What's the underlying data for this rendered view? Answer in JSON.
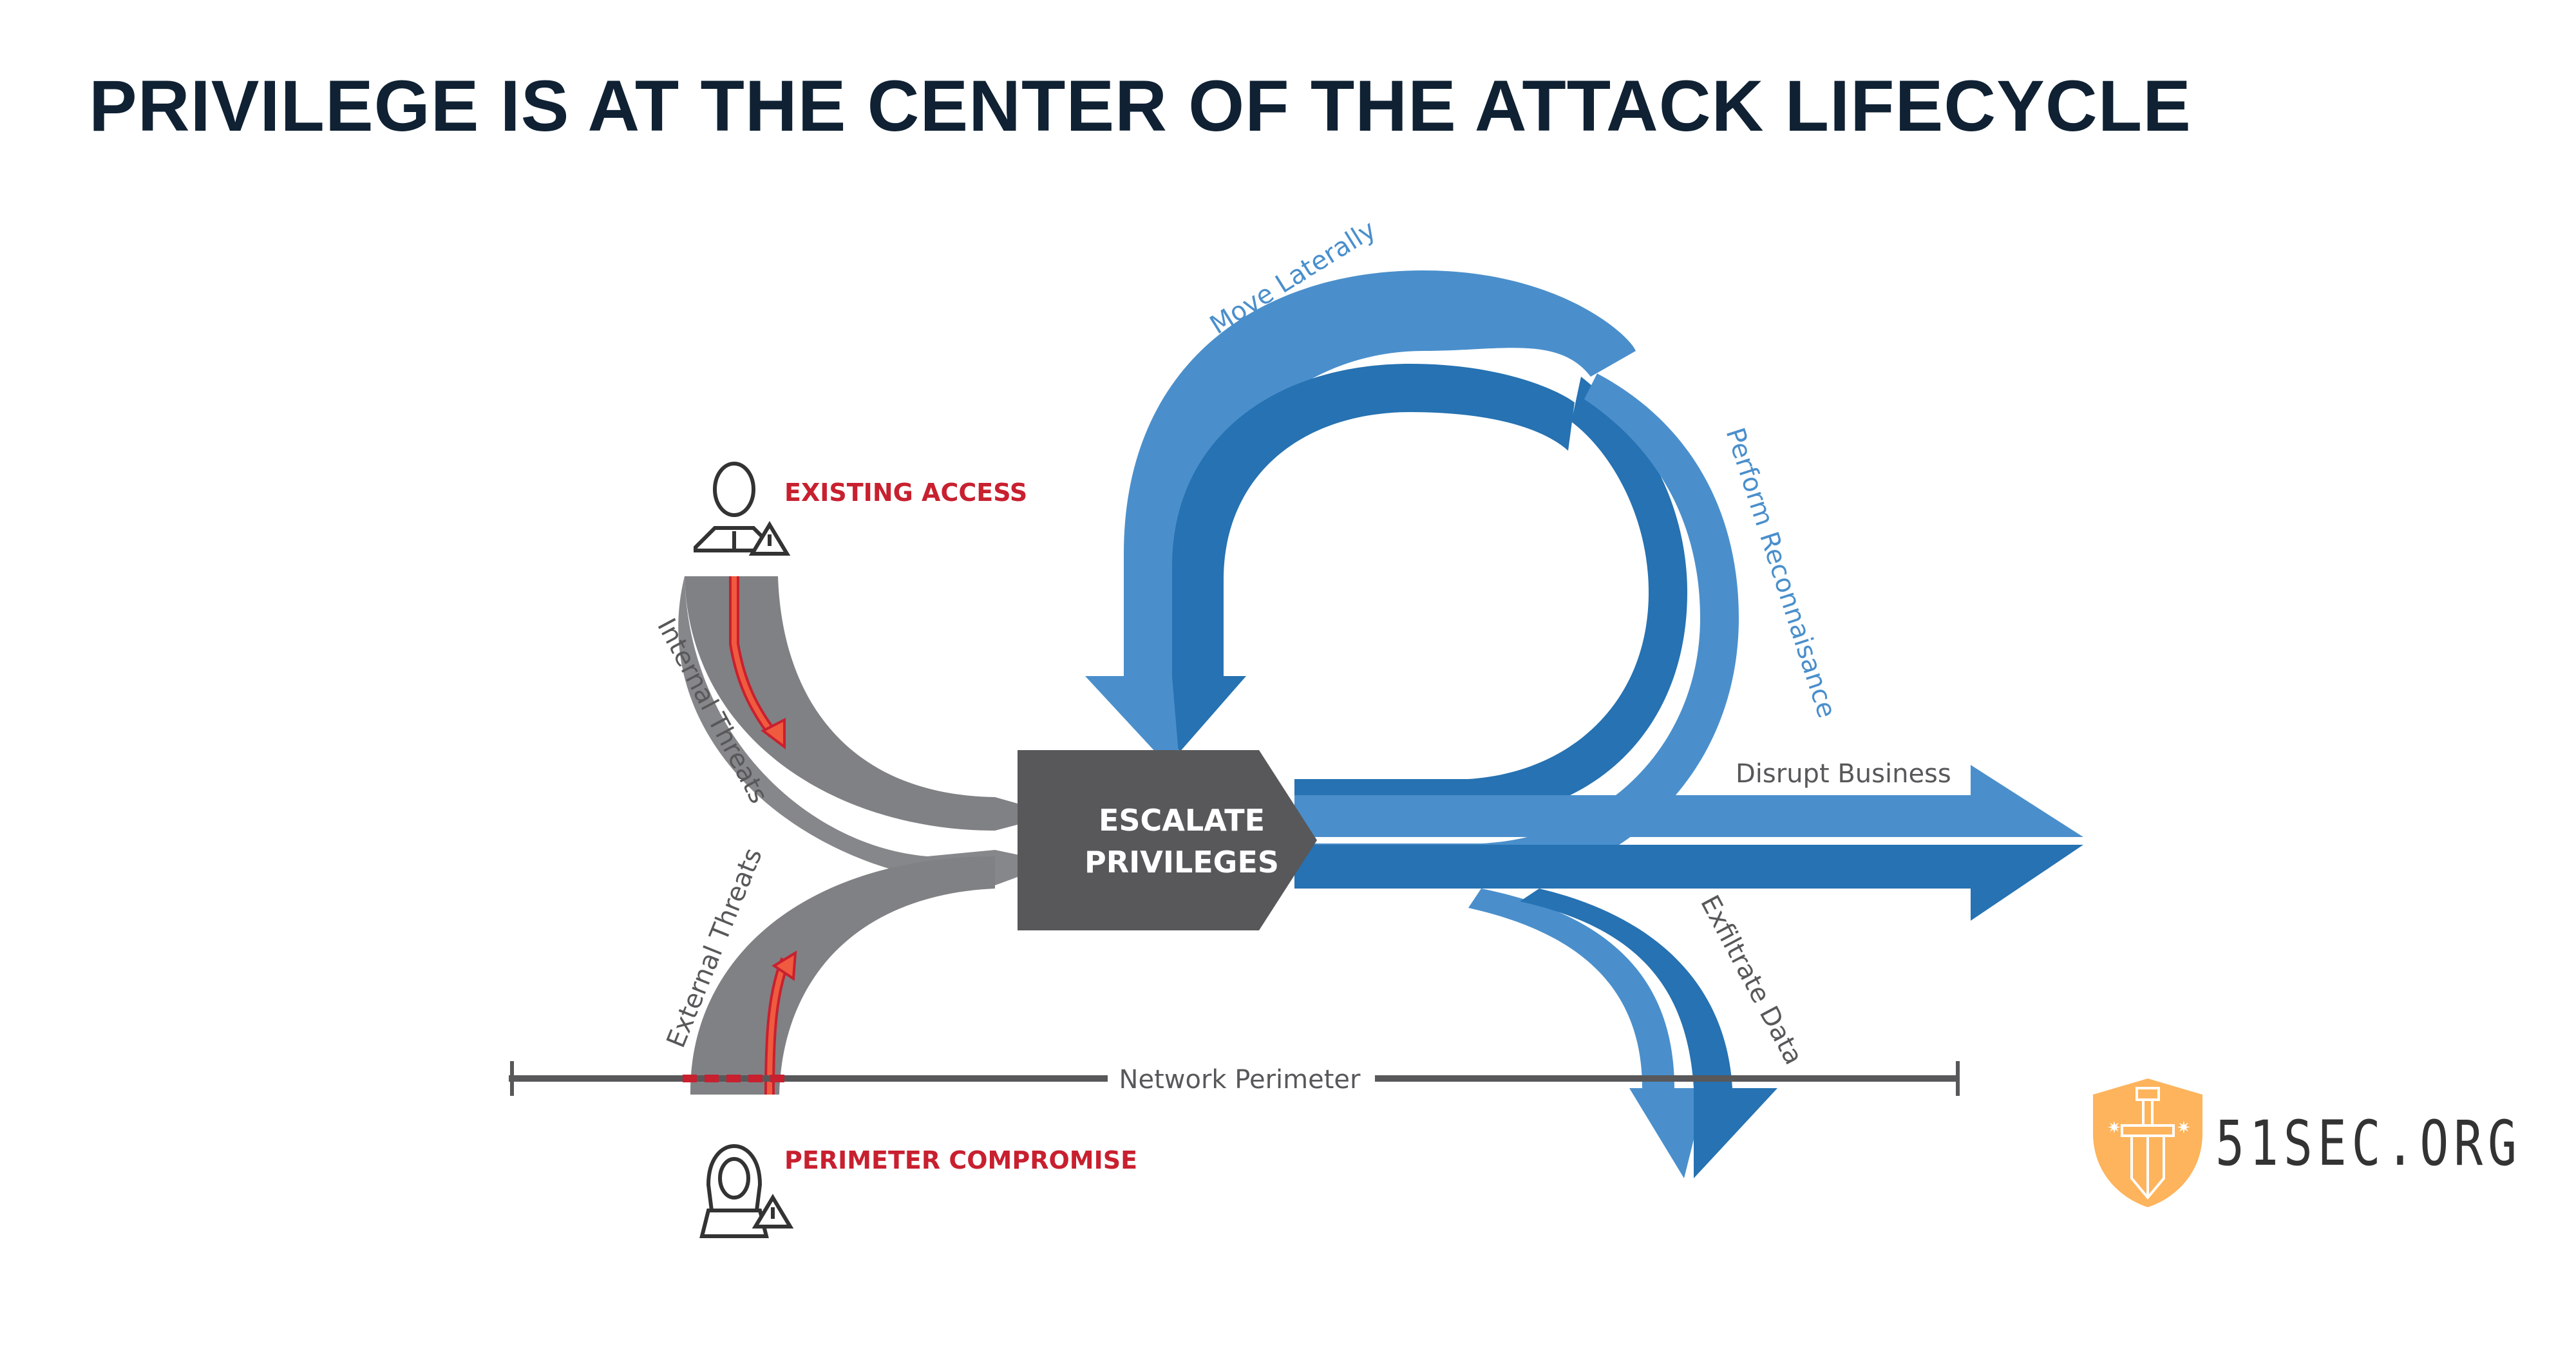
{
  "title": "PRIVILEGE IS AT THE CENTER OF THE ATTACK LIFECYCLE",
  "center_node": {
    "line1": "ESCALATE",
    "line2": "PRIVILEGES"
  },
  "sources": [
    {
      "label": "EXISTING ACCESS",
      "icon": "businessman-warning-icon"
    },
    {
      "label": "PERIMETER COMPROMISE",
      "icon": "hooded-hacker-warning-icon"
    }
  ],
  "paths": {
    "internal": "Internal Threats",
    "external": "External Threats"
  },
  "loop": {
    "move_laterally": "Move Laterally",
    "perform_recon": "Perform Reconnaisance"
  },
  "outcomes": {
    "disrupt": "Disrupt Business",
    "exfiltrate": "Exfiltrate Data"
  },
  "perimeter": {
    "label": "Network Perimeter"
  },
  "logo": {
    "text": "51SEC.ORG",
    "icon": "shield-sword-icon"
  },
  "colors": {
    "title": "#0f2133",
    "light_blue": "#4a8fcc",
    "dark_blue": "#2672b2",
    "gray_path": "#808184",
    "dark_gray": "#58585a",
    "red": "#c8202f",
    "logo_orange": "#fdb45c"
  }
}
